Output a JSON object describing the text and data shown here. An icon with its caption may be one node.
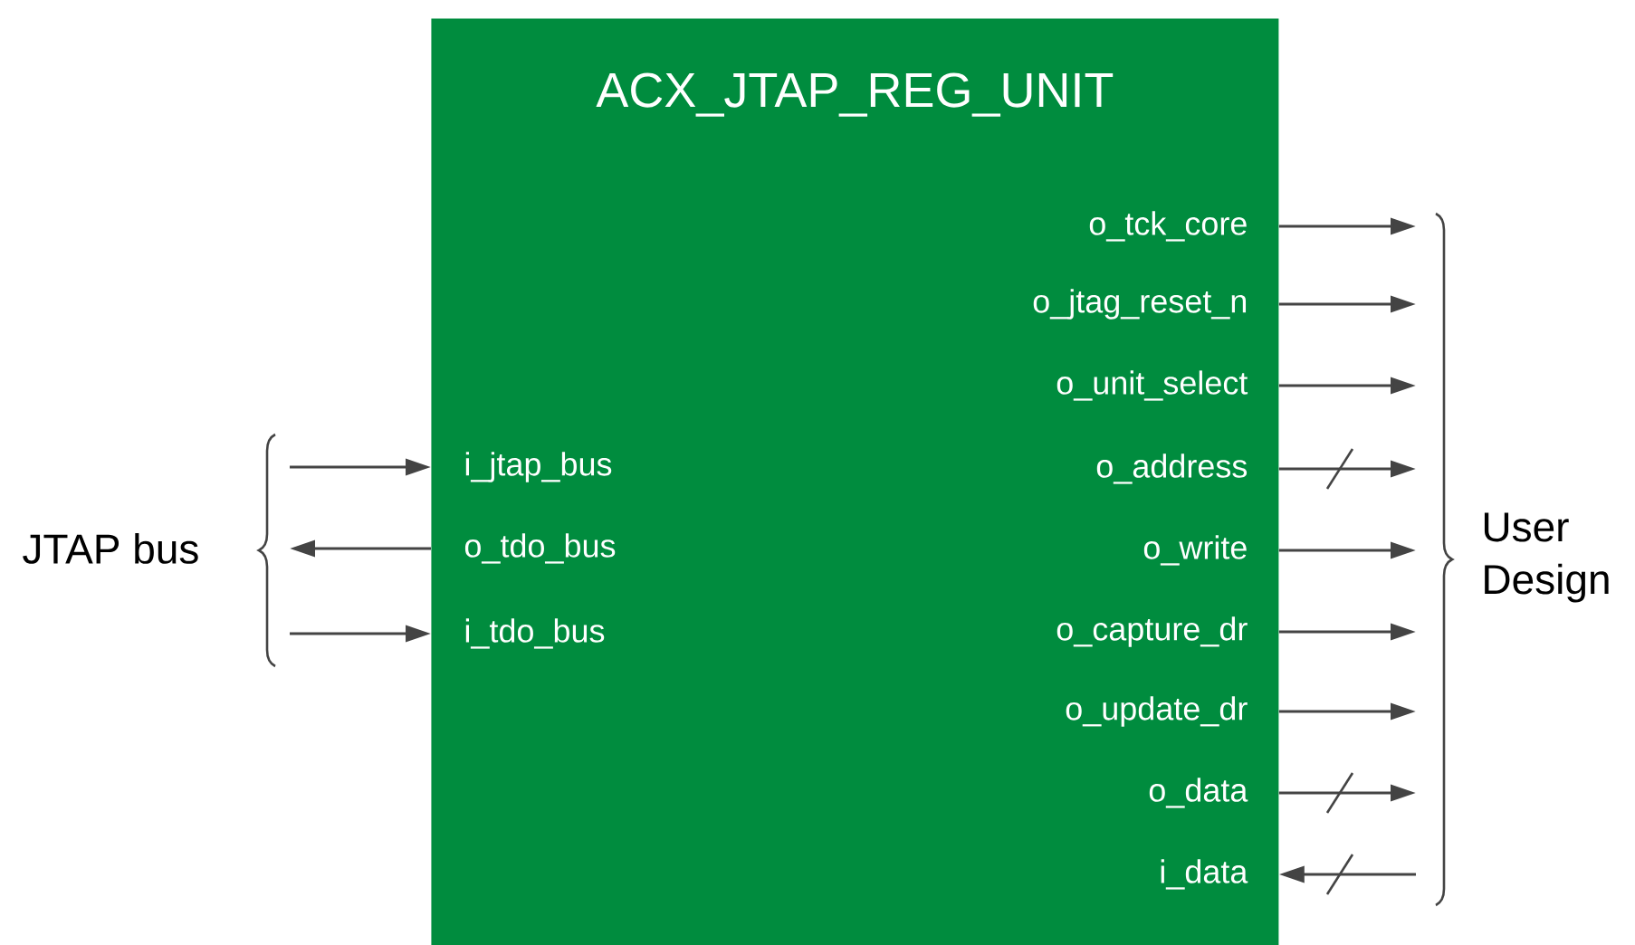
{
  "diagram": {
    "nodes": [
      {
        "text": [
          "ACX_JTAP_REG_UNIT"
        ]
      },
      {
        "text": [
          "i_jtap_bus"
        ],
        "in": 0
      },
      {
        "text": [
          "o_tdo_bus"
        ],
        "in": 0
      },
      {
        "text": [
          "i_tdo_bus"
        ],
        "in": 0
      },
      {
        "text": [
          "o_tck_core"
        ],
        "in": 0
      },
      {
        "text": [
          "o_jtag_reset_n"
        ],
        "in": 0
      },
      {
        "text": [
          "o_unit_select"
        ],
        "in": 0
      },
      {
        "text": [
          "o_address"
        ],
        "in": 0
      },
      {
        "text": [
          "o_write"
        ],
        "in": 0
      },
      {
        "text": [
          "o_capture_dr"
        ],
        "in": 0
      },
      {
        "text": [
          "o_update_dr"
        ],
        "in": 0
      },
      {
        "text": [
          "o_data"
        ],
        "in": 0
      },
      {
        "text": [
          "i_data"
        ],
        "in": 0
      }
    ],
    "edges": [
      {
        "from": null,
        "to": 1,
        "arrow": "to"
      },
      {
        "from": 2,
        "to": null,
        "arrow": "to"
      },
      {
        "from": null,
        "to": 3,
        "arrow": "to"
      },
      {
        "from": 4,
        "to": null,
        "arrow": "to"
      },
      {
        "from": 5,
        "to": null,
        "arrow": "to"
      },
      {
        "from": 6,
        "to": null,
        "arrow": "to"
      },
      {
        "from": 7,
        "to": null,
        "arrow": "to"
      },
      {
        "from": 8,
        "to": null,
        "arrow": "to"
      },
      {
        "from": 9,
        "to": null,
        "arrow": "to"
      },
      {
        "from": 10,
        "to": null,
        "arrow": "to"
      },
      {
        "from": 11,
        "to": null,
        "arrow": "to"
      },
      {
        "from": null,
        "to": 12,
        "arrow": "to"
      }
    ],
    "labels": [
      "JTAP bus",
      "User Design"
    ]
  }
}
